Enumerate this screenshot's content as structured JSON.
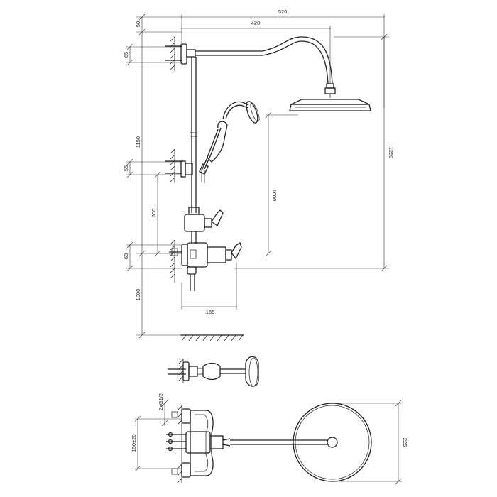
{
  "dimensions": {
    "top_total_width": "526",
    "arm_reach": "420",
    "top_offset": "50",
    "upper_bracket": "65",
    "column_height": "1150",
    "mid_bracket": "55",
    "handshower_height": "600",
    "valve_spacing": "68",
    "floor_height": "1000",
    "valve_depth": "165",
    "shower_head_height": "1000",
    "overall_height": "1250",
    "inlet_thread": "2xG1/2",
    "inlet_spacing": "150±20",
    "head_diameter": "225"
  }
}
